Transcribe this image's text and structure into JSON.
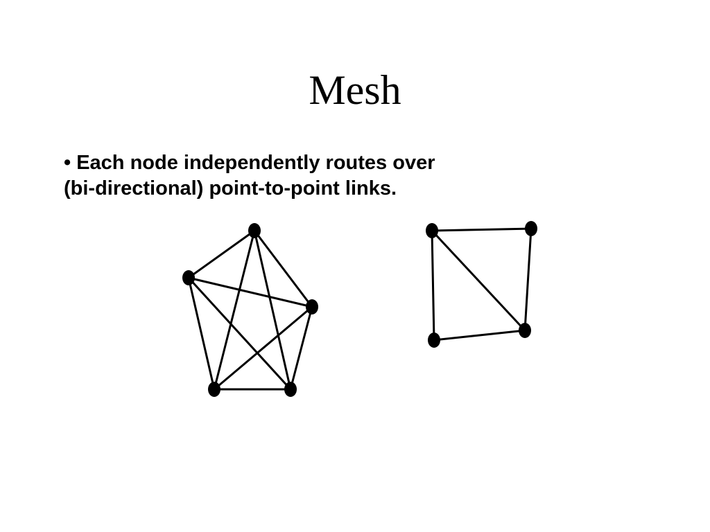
{
  "slide": {
    "title": "Mesh",
    "bullet_lines": [
      "• Each node independently routes over",
      "(bi-directional) point-to-point links."
    ]
  }
}
